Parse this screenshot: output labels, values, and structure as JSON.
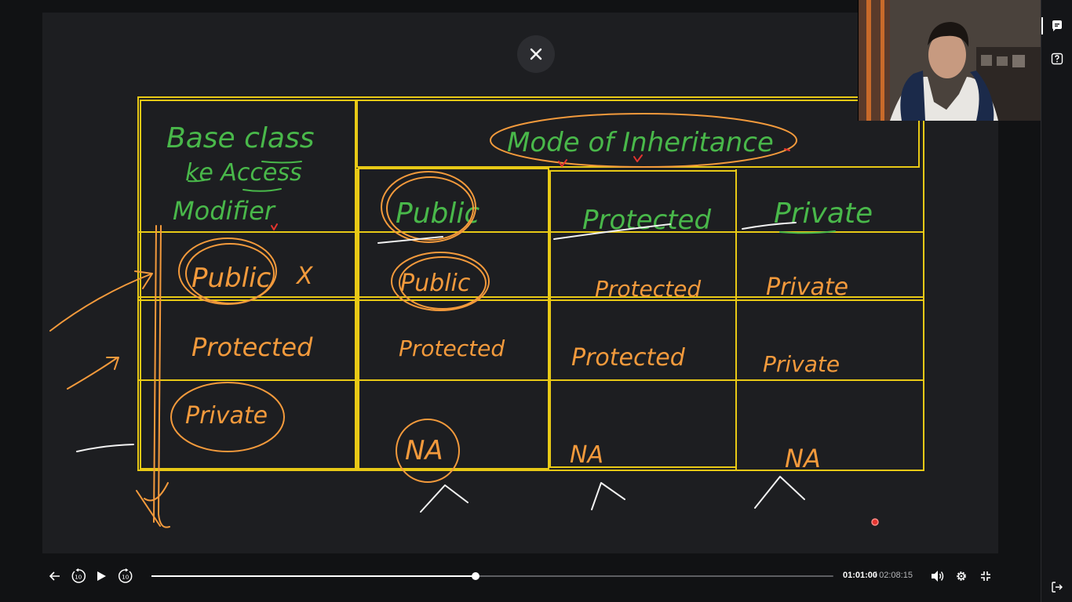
{
  "colors": {
    "table_lines": "#e8c916",
    "green_ink": "#49b84a",
    "orange_ink": "#f39a3c",
    "white_ink": "#f2f2f2",
    "red_ink": "#e3342f",
    "background": "#1d1e21"
  },
  "board": {
    "header_base": [
      "Base class",
      "ke Access",
      "Modifier"
    ],
    "header_mode": "Mode of Inheritance",
    "col_headers": [
      "Public",
      "Protected",
      "Private"
    ],
    "rows": [
      {
        "base": "Public",
        "cells": [
          "Public",
          "Protected",
          "Private"
        ],
        "mark": "X"
      },
      {
        "base": "Protected",
        "cells": [
          "Protected",
          "Protected",
          "Private"
        ]
      },
      {
        "base": "Private",
        "cells": [
          "NA",
          "NA",
          "NA"
        ]
      }
    ]
  },
  "player": {
    "time_current": "01:01:00",
    "time_total": "/ 02:08:15",
    "progress": 0.475
  },
  "icons": {
    "close": "close-icon",
    "back": "back-arrow-icon",
    "rewind": "rewind-10-icon",
    "play": "play-icon",
    "forward": "forward-10-icon",
    "volume": "volume-icon",
    "settings": "gear-icon",
    "exit_fullscreen": "exit-fullscreen-icon",
    "chat": "chat-icon",
    "help": "help-icon",
    "exit": "exit-icon"
  }
}
